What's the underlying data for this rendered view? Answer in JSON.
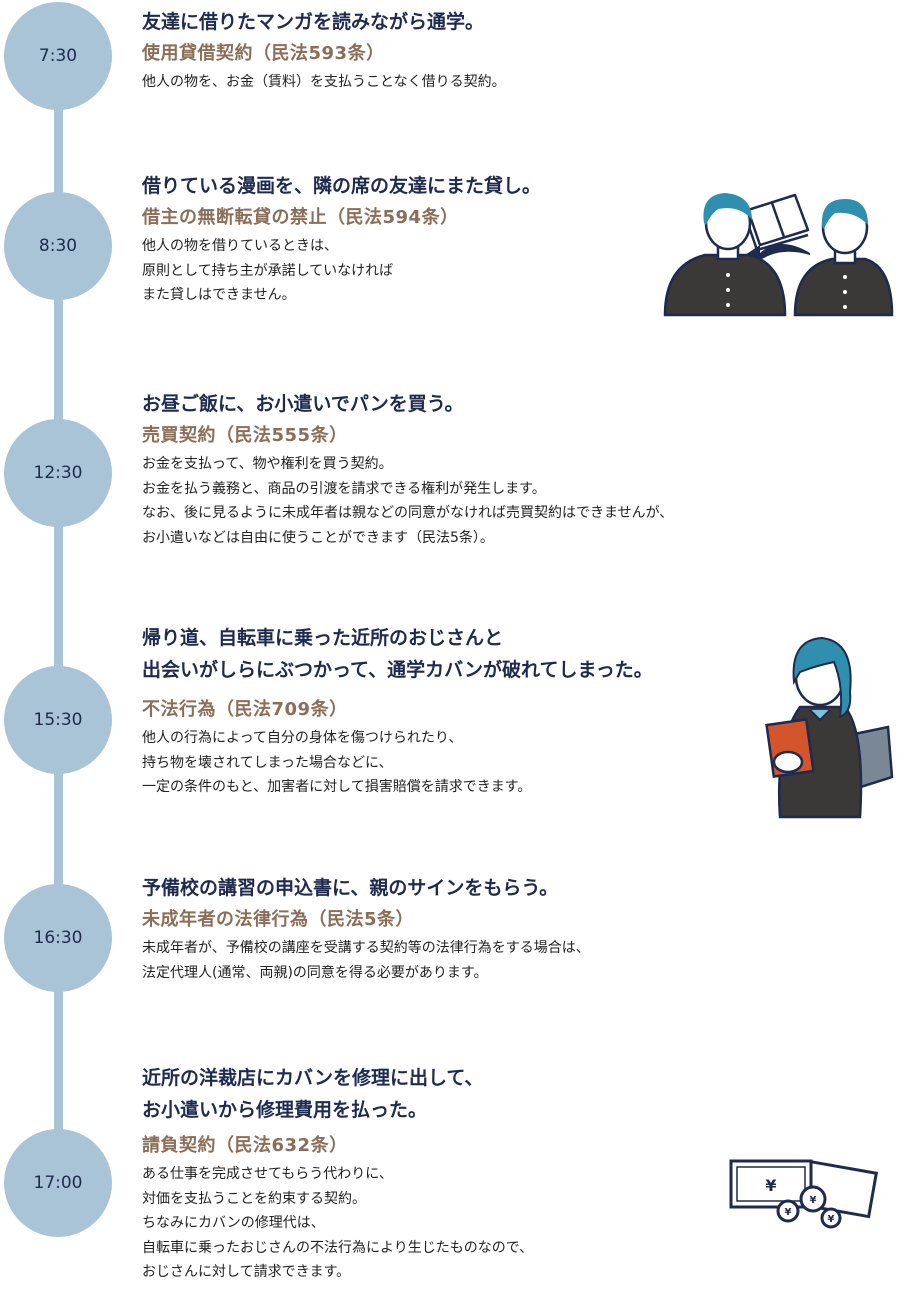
{
  "timeline": [
    {
      "time": "7:30",
      "title": [
        "友達に借りたマンガを読みながら通学。"
      ],
      "law": "使用貸借契約（民法593条）",
      "body": [
        "他人の物を、お金（賃料）を支払うことなく借りる契約。"
      ]
    },
    {
      "time": "8:30",
      "title": [
        "借りている漫画を、隣の席の友達にまた貸し。"
      ],
      "law": "借主の無断転貸の禁止（民法594条）",
      "body": [
        "他人の物を借りているときは、",
        "原則として持ち主が承諾していなければ",
        "また貸しはできません。"
      ]
    },
    {
      "time": "12:30",
      "title": [
        "お昼ご飯に、お小遣いでパンを買う。"
      ],
      "law": "売買契約（民法555条）",
      "body": [
        "お金を支払って、物や権利を買う契約。",
        "お金を払う義務と、商品の引渡を請求できる権利が発生します。",
        "なお、後に見るように未成年者は親などの同意がなければ売買契約はできませんが、",
        "お小遣いなどは自由に使うことができます（民法5条）。"
      ]
    },
    {
      "time": "15:30",
      "title": [
        "帰り道、自転車に乗った近所のおじさんと",
        "出会いがしらにぶつかって、通学カバンが破れてしまった。"
      ],
      "law": "不法行為（民法709条）",
      "body": [
        "他人の行為によって自分の身体を傷つけられたり、",
        "持ち物を壊されてしまった場合などに、",
        "一定の条件のもと、加害者に対して損害賠償を請求できます。"
      ]
    },
    {
      "time": "16:30",
      "title": [
        "予備校の講習の申込書に、親のサインをもらう。"
      ],
      "law": "未成年者の法律行為（民法5条）",
      "body": [
        "未成年者が、予備校の講座を受講する契約等の法律行為をする場合は、",
        "法定代理人(通常、両親)の同意を得る必要があります。"
      ]
    },
    {
      "time": "17:00",
      "title": [
        "近所の洋裁店にカバンを修理に出して、",
        "お小遣いから修理費用を払った。"
      ],
      "law": "請負契約（民法632条）",
      "body": [
        "ある仕事を完成させてもらう代わりに、",
        "対価を支払うことを約束する契約。",
        "ちなみにカバンの修理代は、",
        "自転車に乗ったおじさんの不法行為により生じたものなので、",
        "おじさんに対して請求できます。"
      ]
    }
  ],
  "illustrations": {
    "yen_symbol": "¥"
  },
  "colors": {
    "circle": "#a9c4d6",
    "navy": "#1f2a4f",
    "brown": "#8b6e58",
    "teal": "#2f8fae",
    "jacket": "#3b3838"
  }
}
